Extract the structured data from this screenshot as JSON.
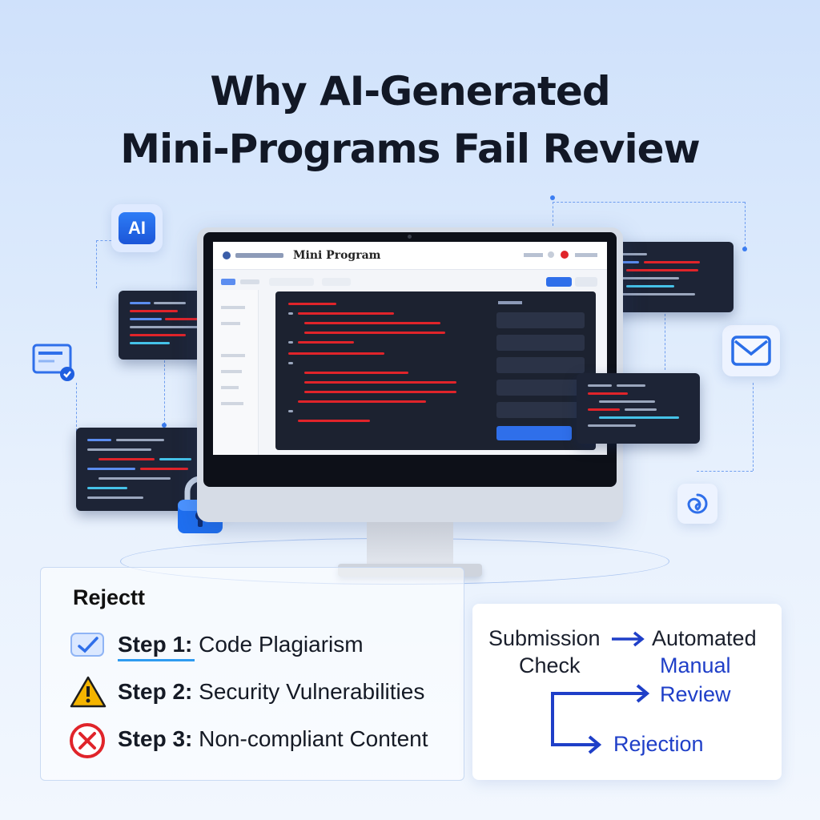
{
  "title": {
    "line1": "Why AI-Generated",
    "line2": "Mini-Programs Fail Review"
  },
  "monitor": {
    "app_title": "Mini Program"
  },
  "ai_badge": {
    "label": "AI",
    "icon": "ai-badge-icon"
  },
  "floating_icons": [
    "ai-badge-icon",
    "document-check-icon",
    "mail-icon",
    "swirl-icon",
    "lock-icon"
  ],
  "reject_panel": {
    "heading": "Rejectt",
    "steps": [
      {
        "label": "Step 1:",
        "text": "Code Plagiarism",
        "icon": "check-icon"
      },
      {
        "label": "Step 2:",
        "text": "Security Vulnerabilities",
        "icon": "warning-icon"
      },
      {
        "label": "Step 3:",
        "text": "Non-compliant Content",
        "icon": "reject-x-icon"
      }
    ]
  },
  "flow_panel": {
    "submission": "Submission",
    "check": "Check",
    "automated": "Automated",
    "manual": "Manual",
    "review": "Review",
    "rejection": "Rejection"
  },
  "colors": {
    "accent": "#2f6fea",
    "error": "#e0242a",
    "warning": "#f4b400",
    "flow_blue": "#1f3fc8"
  }
}
